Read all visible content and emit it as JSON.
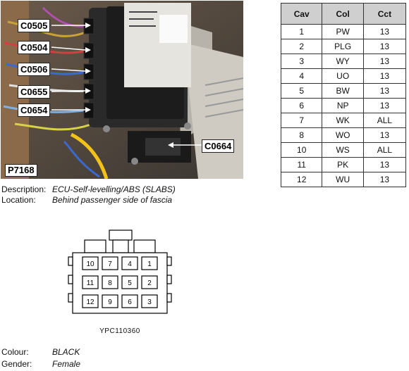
{
  "photo": {
    "callouts": [
      "C0505",
      "C0504",
      "C0506",
      "C0655",
      "C0654",
      "C0664"
    ],
    "code": "P7168"
  },
  "description": {
    "label": "Description:",
    "value": "ECU-Self-levelling/ABS (SLABS)"
  },
  "location": {
    "label": "Location:",
    "value": "Behind passenger side of fascia"
  },
  "table": {
    "headers": [
      "Cav",
      "Col",
      "Cct"
    ],
    "rows": [
      [
        "1",
        "PW",
        "13"
      ],
      [
        "2",
        "PLG",
        "13"
      ],
      [
        "3",
        "WY",
        "13"
      ],
      [
        "4",
        "UO",
        "13"
      ],
      [
        "5",
        "BW",
        "13"
      ],
      [
        "6",
        "NP",
        "13"
      ],
      [
        "7",
        "WK",
        "ALL"
      ],
      [
        "8",
        "WO",
        "13"
      ],
      [
        "10",
        "WS",
        "ALL"
      ],
      [
        "11",
        "PK",
        "13"
      ],
      [
        "12",
        "WU",
        "13"
      ]
    ]
  },
  "connector": {
    "pins": [
      "10",
      "7",
      "4",
      "1",
      "11",
      "8",
      "5",
      "2",
      "12",
      "9",
      "6",
      "3"
    ],
    "code": "YPC110360"
  },
  "colour": {
    "label": "Colour:",
    "value": "BLACK"
  },
  "gender": {
    "label": "Gender:",
    "value": "Female"
  }
}
